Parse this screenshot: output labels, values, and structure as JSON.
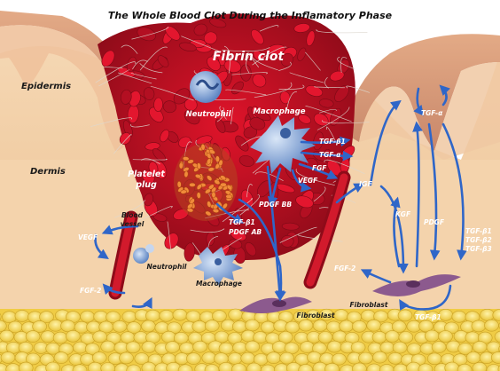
{
  "title": "The Whole Blood Clot During the Inflamatory Phase",
  "regions": {
    "epidermis": "Epidermis",
    "dermis": "Dermis"
  },
  "cells": {
    "fibrin_clot": "Fibrin clot",
    "neutrophil_clot": "Neutrophil",
    "macrophage_clot": "Macrophage",
    "platelet_plug_line1": "Platelet",
    "platelet_plug_line2": "plug",
    "blood_vessel_line1": "Blood",
    "blood_vessel_line2": "vessel",
    "neutrophil_vessel": "Neutrophil",
    "macrophage_bottom": "Macrophage",
    "fibroblast_bottom": "Fibroblast",
    "fibroblast_right": "Fibroblast"
  },
  "factors": {
    "tgf_b1_top": "TGF-β1",
    "tgf_a_top": "TGF-α",
    "fgf": "FGF",
    "vegf_clot": "VEGF",
    "pdgf_bb": "PDGF BB",
    "tgf_b1_plug": "TGF-β1",
    "pdgf_ab": "PDGF AB",
    "igf": "IGF",
    "tgf_a_right": "TGF-α",
    "kgf": "KGF",
    "pdgf_right": "PDGF",
    "tgf_b1_right": "TGF-β1",
    "tgf_b2_right": "TGF-β2",
    "tgf_b3_right": "TGF-β3",
    "fgf2_right": "FGF-2",
    "tgf_b1_bottom": "TGF-β1",
    "vegf_left": "VEGF",
    "fgf2_left": "FGF-2"
  },
  "colors": {
    "arrow": "#2f66c8",
    "skin": "#f2c9a0",
    "blood": "#c8102e",
    "fat": "#f3d24a",
    "cell_blue": "#6f94cf",
    "fibroblast": "#8c5a8e"
  }
}
